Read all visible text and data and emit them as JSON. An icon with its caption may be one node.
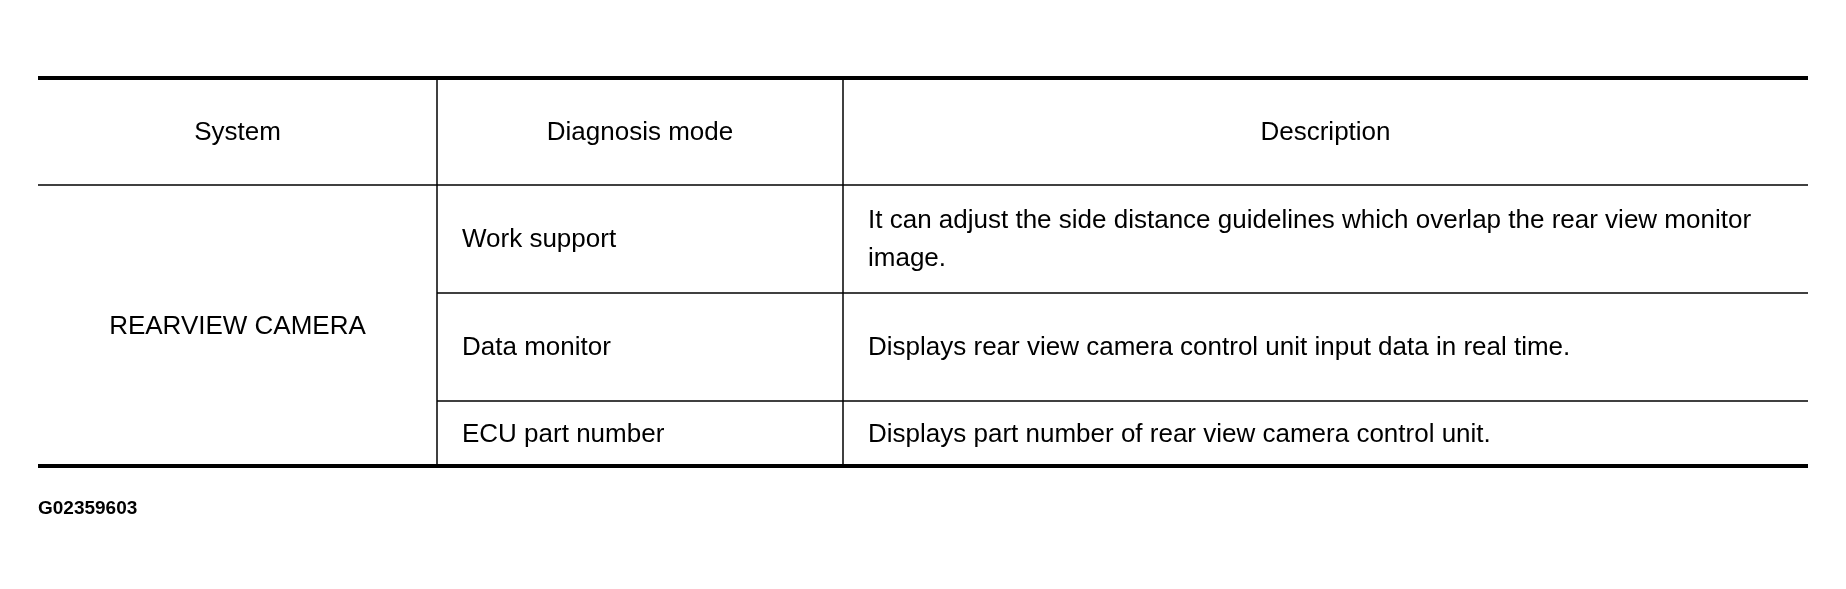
{
  "diagram": {
    "labels": [
      "System",
      "Diagnosis mode",
      "Description",
      "REARVIEW CAMERA",
      "Work support",
      "It can adjust the side distance guidelines which overlap the rear view monitor image.",
      "Data monitor",
      "Displays rear view camera control unit input data in real time.",
      "ECU part number",
      "Displays part number of rear view camera control unit.",
      "G02359603"
    ]
  }
}
